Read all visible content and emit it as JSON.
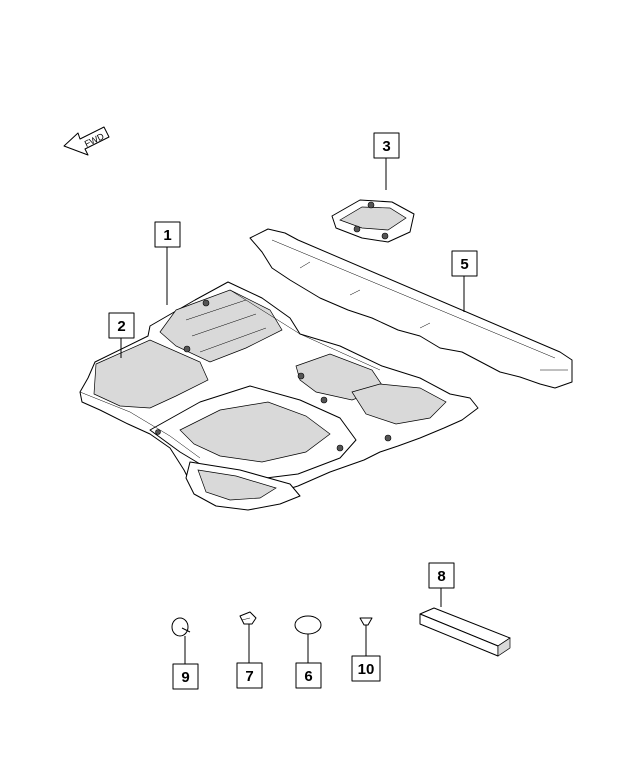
{
  "diagram": {
    "direction_label": "FWD",
    "callouts": [
      {
        "id": "1",
        "label": "1"
      },
      {
        "id": "2",
        "label": "2"
      },
      {
        "id": "3",
        "label": "3"
      },
      {
        "id": "5",
        "label": "5"
      },
      {
        "id": "6",
        "label": "6"
      },
      {
        "id": "7",
        "label": "7"
      },
      {
        "id": "8",
        "label": "8"
      },
      {
        "id": "9",
        "label": "9"
      },
      {
        "id": "10",
        "label": "10"
      }
    ]
  }
}
